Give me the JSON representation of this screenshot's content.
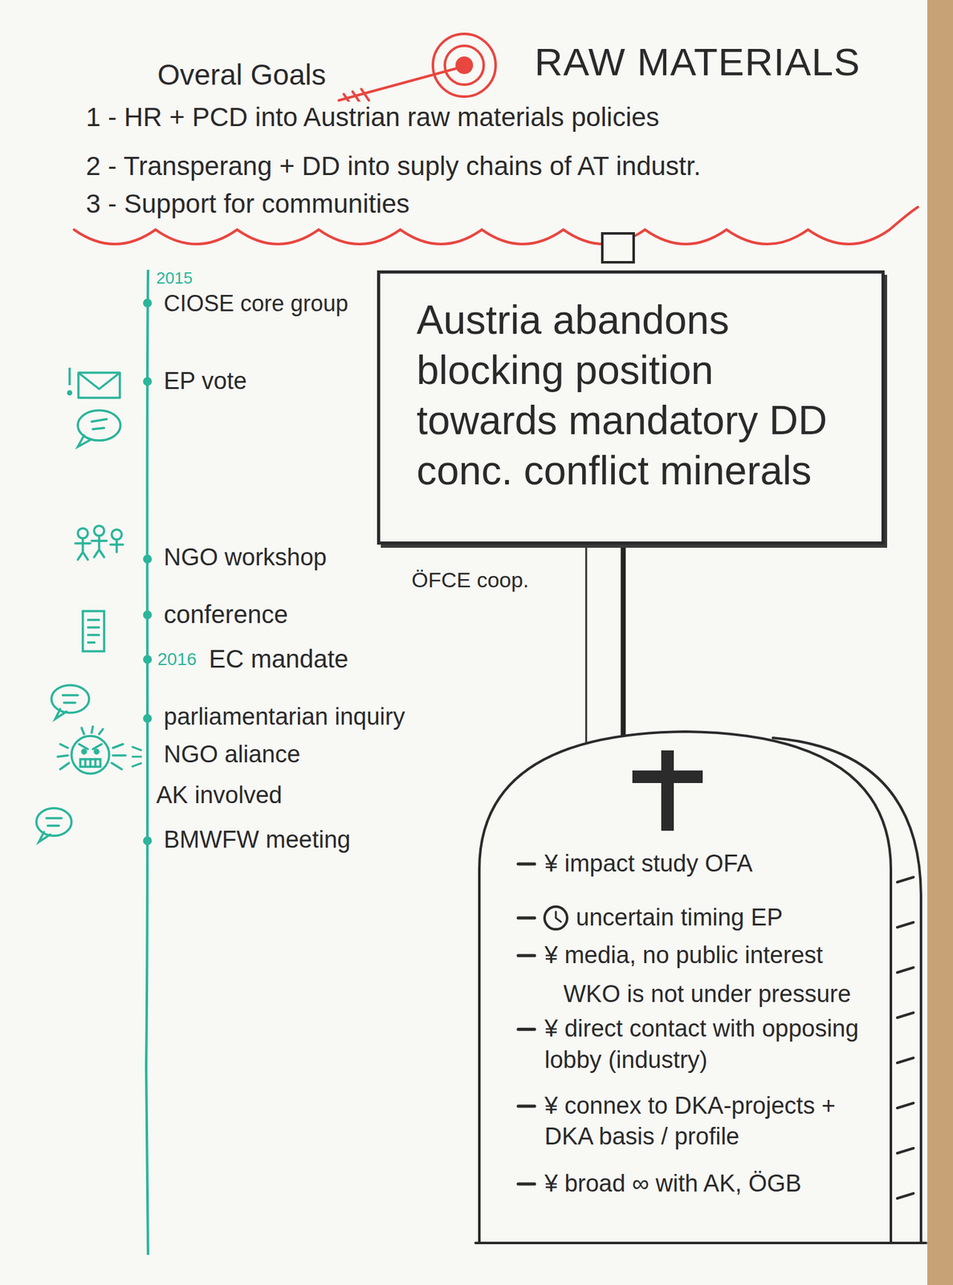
{
  "diagram": {
    "title": "RAW MATERIALS",
    "nodes": [
      {
        "text": [
          "Austria abandons blocking position towards mandatory DD conc. conflict minerals"
        ]
      },
      {
        "text": [
          "¥ impact study OFA",
          "uncertain timing EP",
          "¥ media, no public interest",
          "WKO is not under pressure",
          "¥ direct contact with opposing lobby (industry)",
          "¥ connex to DKA-projects + DKA basis / profile",
          "¥ broad ∞ with AK, ÖGB"
        ]
      }
    ],
    "edges": [
      {
        "from": 0,
        "to": 1,
        "arrow": "none"
      }
    ],
    "labels": [
      "Overal Goals",
      "1 - HR + PCD into Austrian raw materials policies",
      "2 - Transperang + DD into suply chains of AT industr.",
      "3 - Support for communities",
      "2015",
      "CIOSE core group",
      "EP vote",
      "NGO workshop",
      "ÖFCE coop.",
      "conference",
      "2016",
      "EC mandate",
      "parliamentarian inquiry",
      "NGO aliance",
      "AK involved",
      "BMWFW meeting"
    ]
  }
}
